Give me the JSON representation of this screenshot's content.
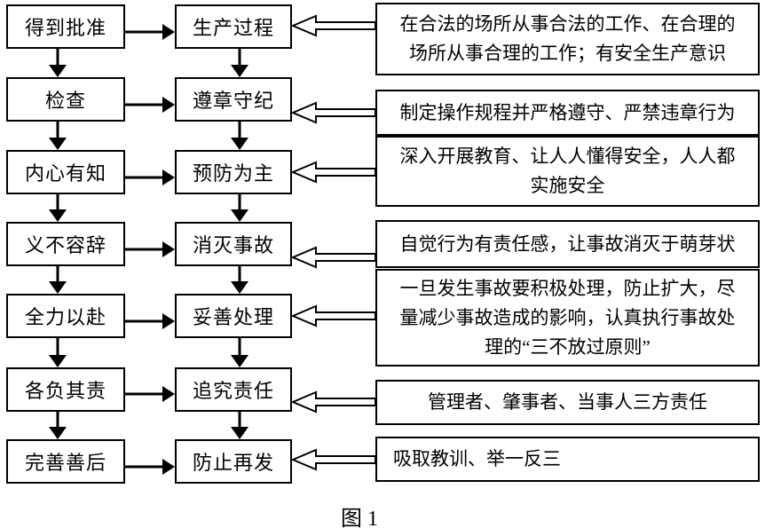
{
  "diagram": {
    "caption": "图 1",
    "rows": [
      {
        "left": "得到批准",
        "middle": "生产过程",
        "note": "在合法的场所从事合法的工作、在合理的场所从事合理的工作；有安全生产意识"
      },
      {
        "left": "检查",
        "middle": "遵章守纪",
        "note": "制定操作规程并严格遵守、严禁违章行为"
      },
      {
        "left": "内心有知",
        "middle": "预防为主",
        "note": "深入开展教育、让人人懂得安全，人人都实施安全"
      },
      {
        "left": "义不容辞",
        "middle": "消灭事故",
        "note": "自觉行为有责任感，让事故消灭于萌芽状"
      },
      {
        "left": "全力以赴",
        "middle": "妥善处理",
        "note": "一旦发生事故要积极处理，防止扩大，尽量减少事故造成的影响，认真执行事故处理的“三不放过原则”"
      },
      {
        "left": "各负其责",
        "middle": "追究责任",
        "note": "管理者、肇事者、当事人三方责任"
      },
      {
        "left": "完善善后",
        "middle": "防止再发",
        "note": "吸取教训、举一反三"
      }
    ]
  },
  "icons": {
    "solid_right_arrow": "filled right-pointing connector arrow",
    "solid_down_arrow": "filled down-pointing connector arrow",
    "hollow_left_arrow": "outlined left-pointing block arrow"
  },
  "colors": {
    "line": "#000000",
    "text": "#000000",
    "background": "#ffffff"
  }
}
